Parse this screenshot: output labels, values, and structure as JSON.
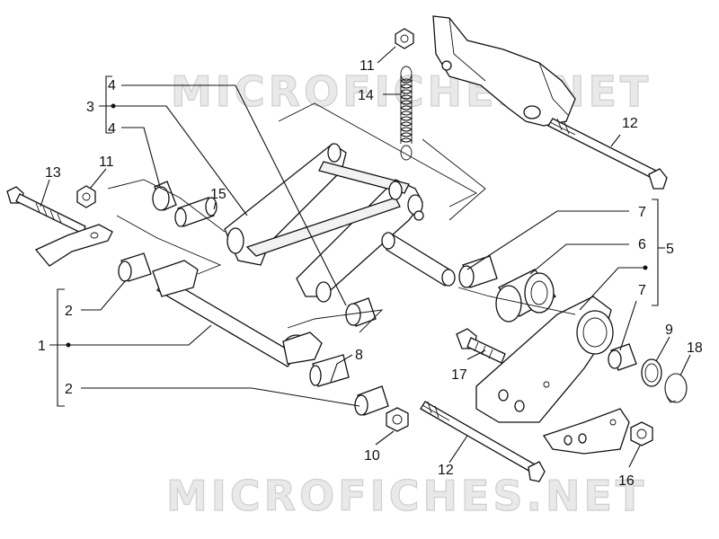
{
  "watermark": {
    "top": "MICROFICHES.NET",
    "bottom": "MICROFICHES.NET"
  },
  "labels": {
    "p1": "1",
    "p2a": "2",
    "p2b": "2",
    "p3": "3",
    "p4a": "4",
    "p4b": "4",
    "p5": "5",
    "p6": "6",
    "p7a": "7",
    "p7b": "7",
    "p8": "8",
    "p9": "9",
    "p10": "10",
    "p11a": "11",
    "p11b": "11",
    "p12a": "12",
    "p12b": "12",
    "p13": "13",
    "p14": "14",
    "p15": "15",
    "p16": "16",
    "p17": "17",
    "p18": "18"
  }
}
